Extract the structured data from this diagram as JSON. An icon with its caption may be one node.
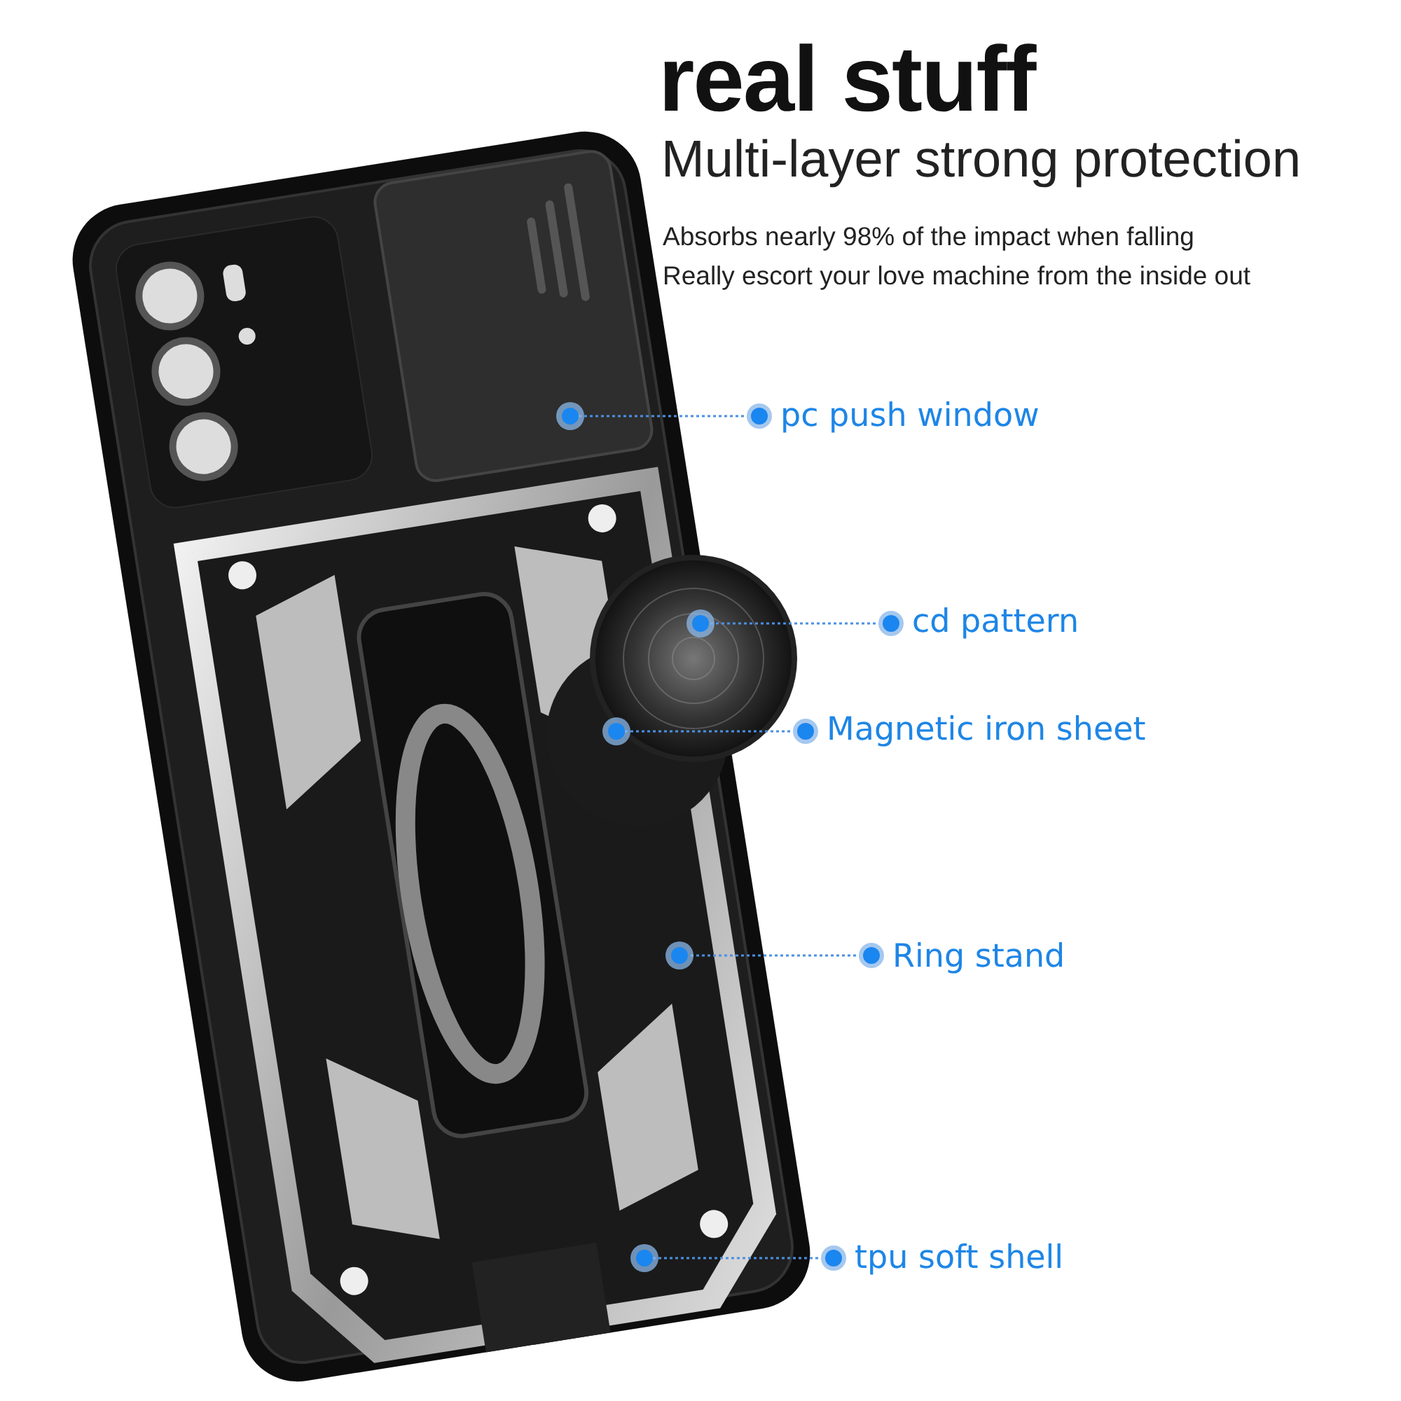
{
  "diagram": {
    "title": "real stuff",
    "nodes": [
      {
        "text": [
          "pc push window"
        ]
      },
      {
        "text": [
          "cd pattern"
        ]
      },
      {
        "text": [
          "Magnetic iron sheet"
        ]
      },
      {
        "text": [
          "Ring stand"
        ]
      },
      {
        "text": [
          "tpu soft shell"
        ]
      },
      {
        "text": [],
        "shape": "circle"
      },
      {
        "text": [],
        "shape": "circle"
      },
      {
        "text": [],
        "shape": "circle"
      },
      {
        "text": [],
        "shape": "circle"
      },
      {
        "text": [],
        "shape": "circle"
      }
    ],
    "edges": [
      {
        "from": 0,
        "to": 5,
        "arrow": "other"
      },
      {
        "from": 1,
        "to": 6,
        "arrow": "other"
      },
      {
        "from": 2,
        "to": 7,
        "arrow": "other"
      },
      {
        "from": 3,
        "to": 8,
        "arrow": "other"
      },
      {
        "from": 4,
        "to": 9,
        "arrow": "other"
      }
    ],
    "labels": [
      "Multi-layer strong protection",
      "Absorbs nearly 98% of the impact when falling",
      "Really escort your love machine from the inside out"
    ]
  }
}
